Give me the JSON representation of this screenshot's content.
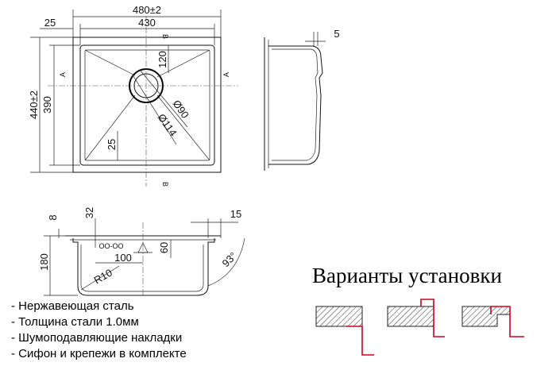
{
  "top_view": {
    "overall_width": "480±2",
    "inner_width": "430",
    "flange": "25",
    "overall_depth": "440±2",
    "inner_depth": "390",
    "drain_offset": "120",
    "outlet_diameter": "Ø90",
    "outlet_outer_diameter": "Ø114",
    "corner_step": "25",
    "section_a": "A",
    "section_b": "B"
  },
  "side_view": {
    "wall_offset": "5"
  },
  "section_view": {
    "rim_height": "8",
    "overflow_offset": "32",
    "flange_width": "15",
    "total_height": "180",
    "outlet_height": "60",
    "outlet_spacing": "100",
    "corner_radius": "R10",
    "wall_angle": "93°",
    "overflow_mark": "OO-OO"
  },
  "features": [
    "- Нержавеющая сталь",
    "- Толщина стали 1.0мм",
    "- Шумоподавляющие накладки",
    "- Сифон и крепежи в комплекте"
  ],
  "install": {
    "title": "Варианты установки"
  },
  "colors": {
    "install_accent": "#d1001c",
    "line": "#111111"
  }
}
